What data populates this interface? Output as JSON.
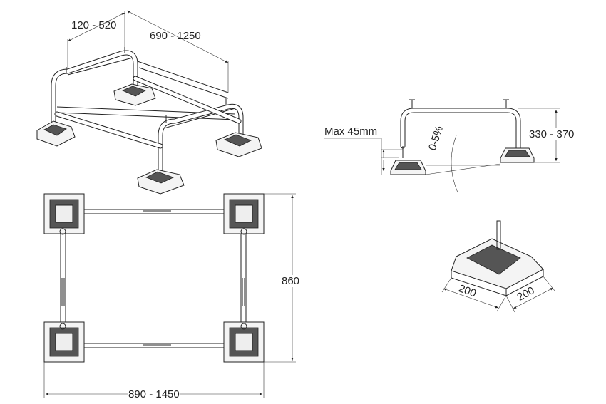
{
  "iso_view": {
    "width_label": "120 - 520",
    "length_label": "690 - 1250"
  },
  "side_view": {
    "max_label": "Max 45mm",
    "slope_label": "0-5%",
    "height_label": "330 - 370"
  },
  "top_view": {
    "depth_label": "860",
    "width_label": "890 - 1450"
  },
  "foot_detail": {
    "side_a_label": "200",
    "side_b_label": "200"
  }
}
